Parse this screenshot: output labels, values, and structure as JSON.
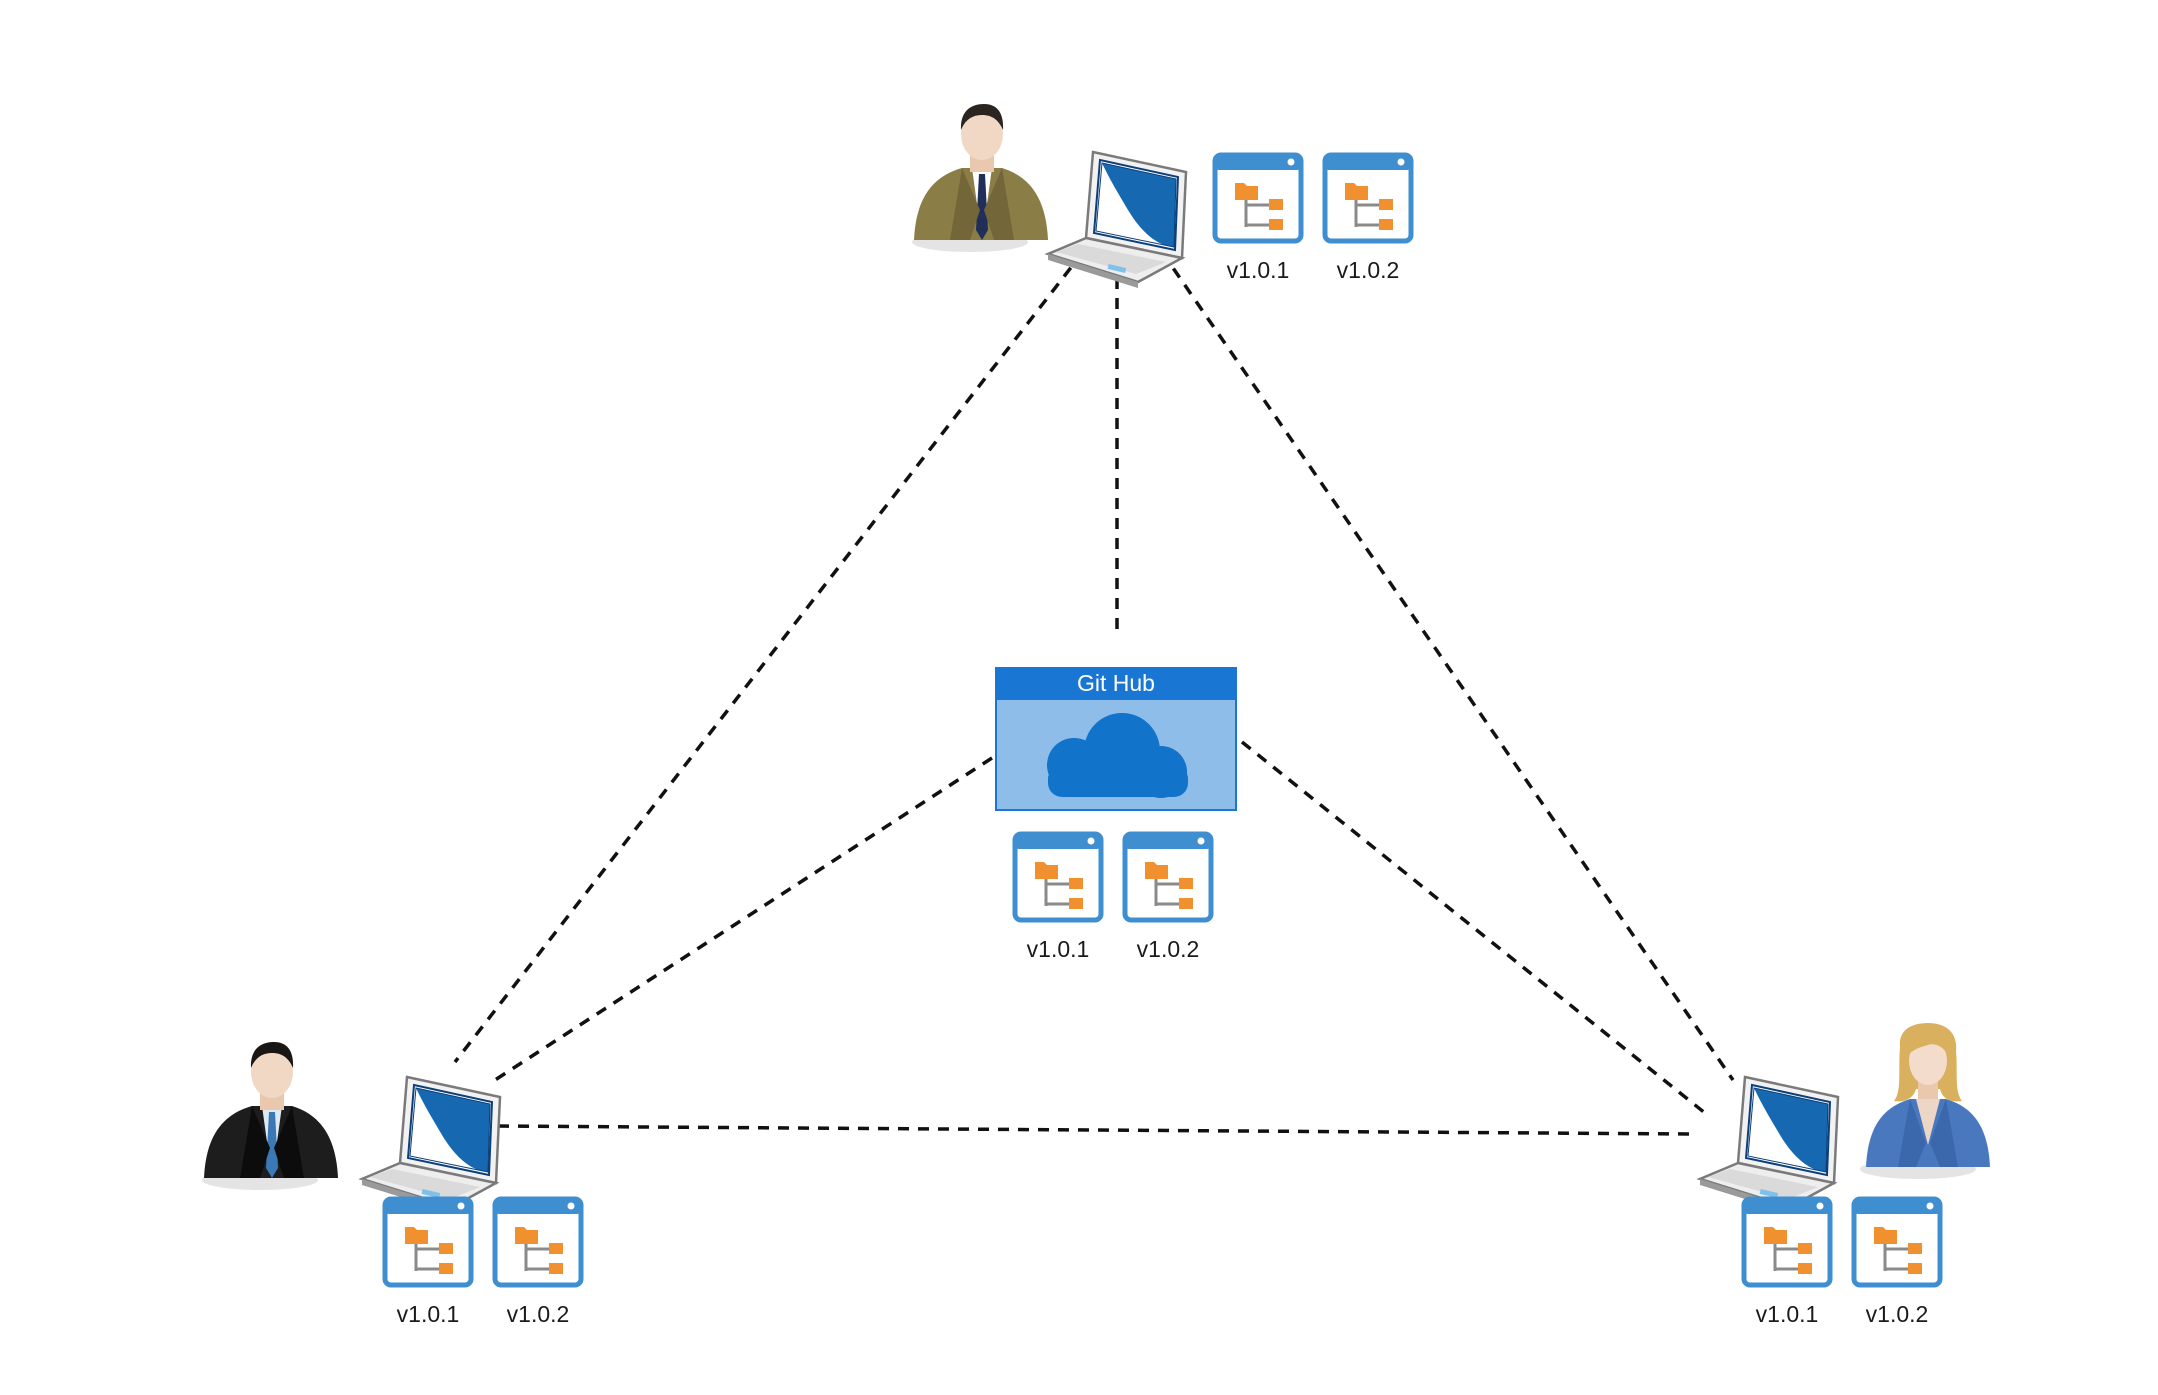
{
  "hub": {
    "title": "Git Hub",
    "icon": "cloud-icon",
    "header_color": "#1976d2",
    "body_color": "#8fbde9",
    "cloud_color": "#1173c9",
    "versions": [
      "v1.0.1",
      "v1.0.2"
    ]
  },
  "nodes": {
    "top": {
      "person": "man-olive-suit-avatar",
      "device": "laptop-icon",
      "versions": [
        "v1.0.1",
        "v1.0.2"
      ]
    },
    "left": {
      "person": "man-black-suit-avatar",
      "device": "laptop-icon",
      "versions": [
        "v1.0.1",
        "v1.0.2"
      ]
    },
    "right": {
      "person": "woman-blue-suit-avatar",
      "device": "laptop-icon",
      "versions": [
        "v1.0.1",
        "v1.0.2"
      ]
    }
  },
  "repo_icon": {
    "name": "repository-folder-tree-icon",
    "frame_color": "#3f8fd0",
    "folder_color": "#f0902e"
  },
  "connector": {
    "style": "dashed",
    "color": "#111111"
  }
}
